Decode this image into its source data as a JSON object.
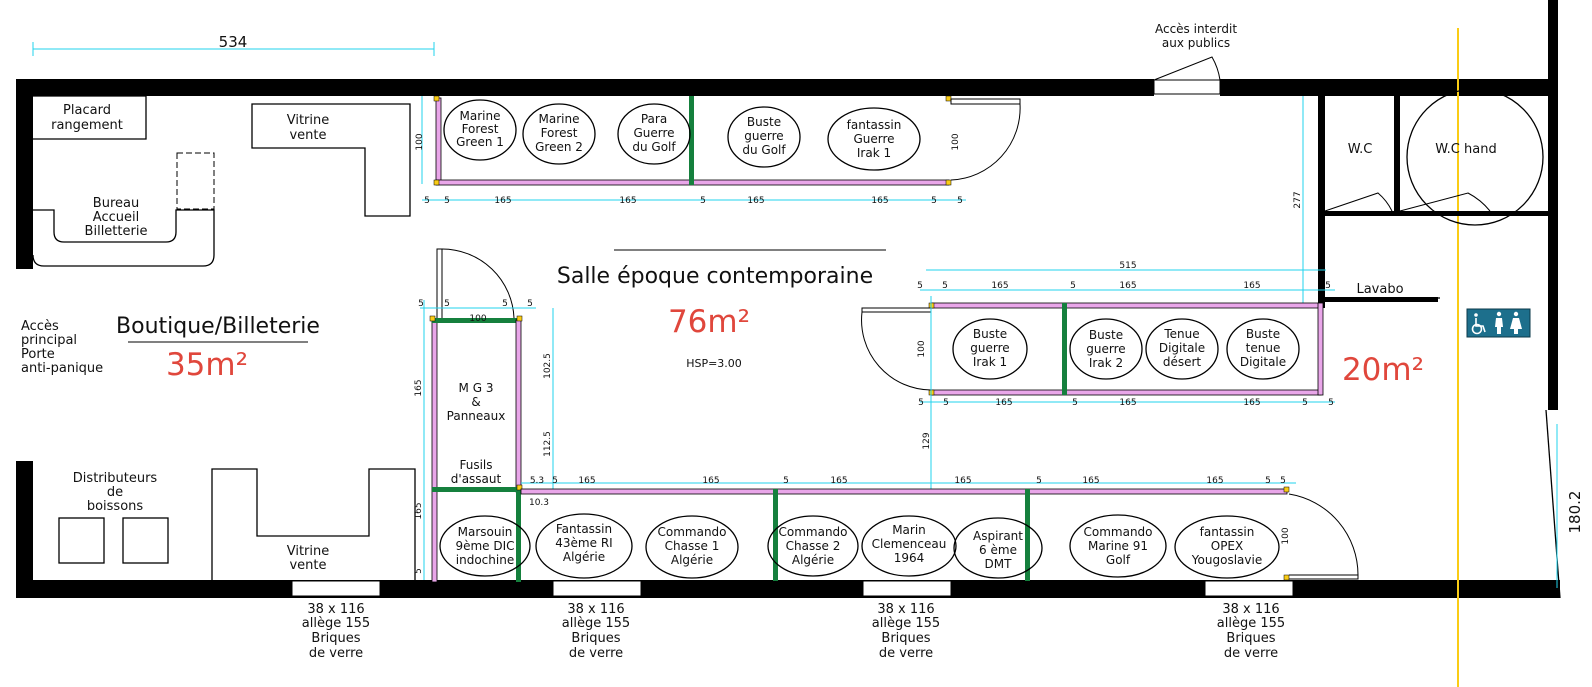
{
  "colors": {
    "wall": "#000000",
    "dimension": "#22d3ee",
    "area_text": "#e0473c",
    "panel_fill": "#e9a6e9",
    "post": "#15803d",
    "marker": "#facc15",
    "access_sign_bg": "#1d6f8c"
  },
  "labels": {
    "dim_top": "534",
    "acces_interdit": [
      "Accès interdit",
      "aux publics"
    ],
    "placard": [
      "Placard",
      "rangement"
    ],
    "vitrine_top": [
      "Vitrine",
      "vente"
    ],
    "bureau": [
      "Bureau",
      "Accueil",
      "Billetterie"
    ],
    "acces_principal": [
      "Accès",
      "principal",
      "Porte",
      "anti-panique"
    ],
    "boutique_title": "Boutique/Billeterie",
    "boutique_area": "35m²",
    "distributeurs": [
      "Distributeurs",
      "de",
      "boissons"
    ],
    "vitrine_bottom": [
      "Vitrine",
      "vente"
    ],
    "salle_title": "Salle époque contemporaine",
    "salle_area": "76m²",
    "hsp": "HSP=3.00",
    "wc": "W.C",
    "wc_hand": "W.C hand",
    "lavabo": "Lavabo",
    "area_20": "20m²",
    "right_dim": "180.2",
    "mg3": [
      "M G 3",
      "&",
      "Panneaux"
    ],
    "fusils": [
      "Fusils",
      "d'assaut"
    ],
    "windows": [
      [
        "38 x 116",
        "allège 155",
        "Briques",
        "de verre"
      ],
      [
        "38 x 116",
        "allège 155",
        "Briques",
        "de verre"
      ],
      [
        "38 x 116",
        "allège 155",
        "Briques",
        "de verre"
      ],
      [
        "38 x 116",
        "allège 155",
        "Briques",
        "de verre"
      ]
    ]
  },
  "mannequins": {
    "top": [
      [
        "Marine",
        "Forest",
        "Green 1"
      ],
      [
        "Marine",
        "Forest",
        "Green 2"
      ],
      [
        "Para",
        "Guerre",
        "du Golf"
      ],
      [
        "Buste",
        "guerre",
        "du Golf"
      ],
      [
        "fantassin",
        "Guerre",
        "Irak 1"
      ]
    ],
    "middle": [
      [
        "Buste",
        "guerre",
        "Irak 1"
      ],
      [
        "Buste",
        "guerre",
        "Irak 2"
      ],
      [
        "Tenue",
        "Digitale",
        "désert"
      ],
      [
        "Buste",
        "tenue",
        "Digitale"
      ]
    ],
    "bottom": [
      [
        "Marsouin",
        "9ème DIC",
        "indochine"
      ],
      [
        "Fantassin",
        "43ème RI",
        "Algérie"
      ],
      [
        "Commando",
        "Chasse 1",
        "Algérie"
      ],
      [
        "Commando",
        "Chasse 2",
        "Algérie"
      ],
      [
        "Marin",
        "Clemenceau",
        "1964"
      ],
      [
        "Aspirant",
        "6 ème",
        "DMT"
      ],
      [
        "Commando",
        "Marine 91",
        "Golf"
      ],
      [
        "fantassin",
        "OPEX",
        "Yougoslavie"
      ]
    ]
  },
  "dimensions": {
    "top_row": [
      "5",
      "5",
      "165",
      "165",
      "5",
      "165",
      "165",
      "5",
      "5"
    ],
    "top_side": "100",
    "wc_height": "277",
    "mid_total": "515",
    "mid_top": [
      "5",
      "5",
      "165",
      "5",
      "165",
      "165",
      "5"
    ],
    "mid_bottom": [
      "5",
      "5",
      "165",
      "5",
      "165",
      "165",
      "5",
      "5"
    ],
    "mid_side": "100",
    "gap_129": "129",
    "bottom_row": [
      "5.3",
      "5",
      "165",
      "165",
      "5",
      "165",
      "165",
      "5",
      "165",
      "165",
      "5",
      "5"
    ],
    "bottom_side": "100",
    "left_block": [
      "5",
      "5",
      "5",
      "5",
      "100"
    ],
    "left_vert": [
      "165",
      "165",
      "5"
    ],
    "center_vert": [
      "102.5",
      "112.5"
    ],
    "small": "10.3"
  }
}
